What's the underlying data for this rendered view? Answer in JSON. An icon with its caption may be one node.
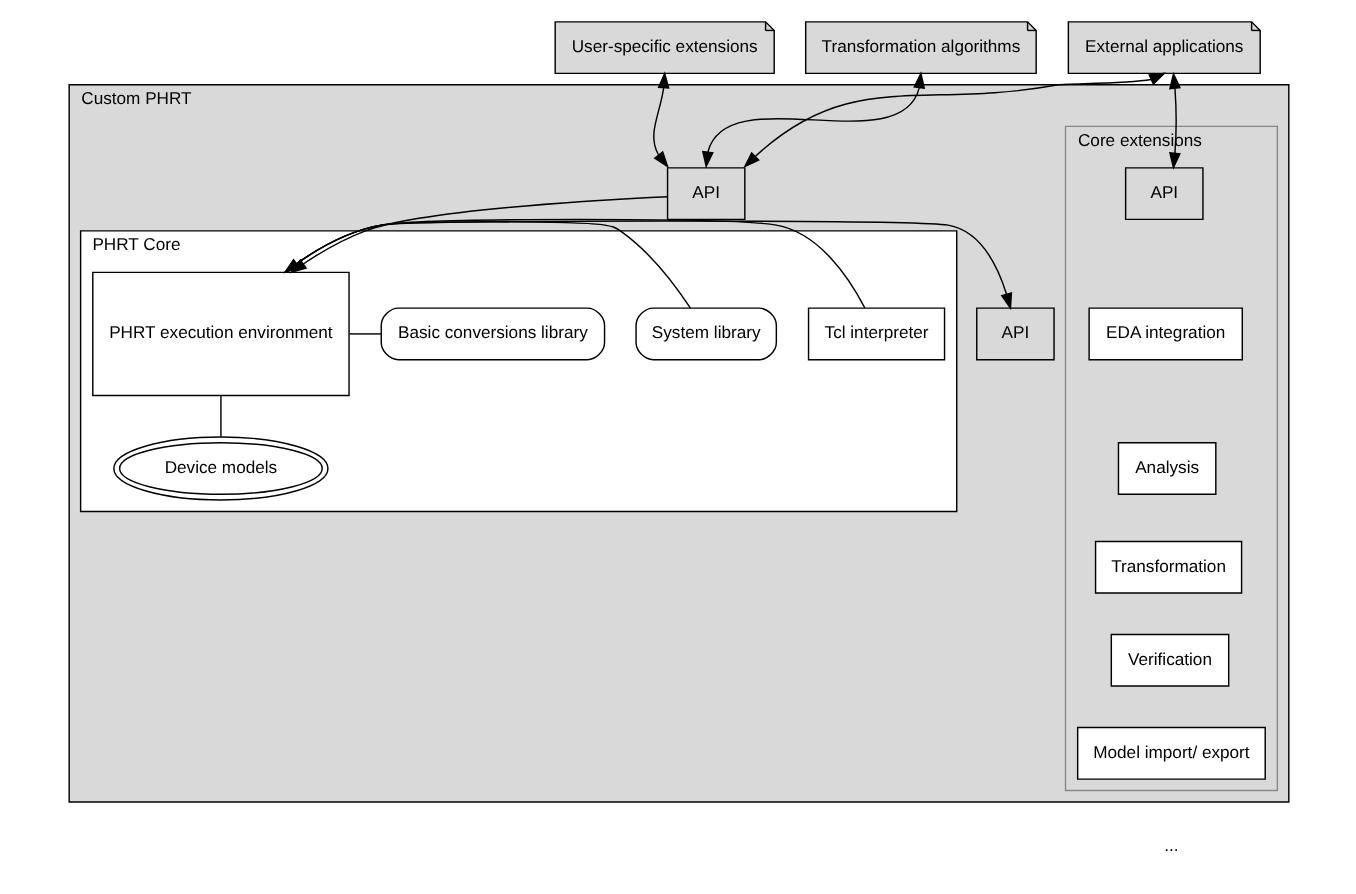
{
  "diagram": {
    "nodes": [
      {
        "text": [
          "User-specific extensions"
        ]
      },
      {
        "text": [
          "Transformation algorithms"
        ]
      },
      {
        "text": [
          "External applications"
        ]
      },
      {
        "text": [
          "Custom PHRT"
        ]
      },
      {
        "text": [
          "API"
        ],
        "in": 3
      },
      {
        "text": [
          "PHRT Core"
        ],
        "in": 3
      },
      {
        "text": [
          "Tcl interpreter"
        ],
        "in": 5
      },
      {
        "text": [
          "System library"
        ],
        "in": 5
      },
      {
        "text": [
          "Basic conversions library"
        ],
        "in": 5
      },
      {
        "text": [
          "PHRT execution environment"
        ],
        "in": 5
      },
      {
        "text": [
          "Device models"
        ],
        "in": 5
      },
      {
        "text": [
          "API"
        ],
        "in": 3
      },
      {
        "text": [
          "Core extensions"
        ],
        "in": 3
      },
      {
        "text": [
          "API"
        ],
        "in": 12
      },
      {
        "text": [
          "EDA integration"
        ],
        "in": 12
      },
      {
        "text": [
          "Analysis"
        ],
        "in": 12
      },
      {
        "text": [
          "Transformation"
        ],
        "in": 12
      },
      {
        "text": [
          "Verification"
        ],
        "in": 12
      },
      {
        "text": [
          "Model import/ export"
        ],
        "in": 12
      }
    ],
    "edges": [
      {
        "from": 4,
        "to": 0,
        "arrow": "both"
      },
      {
        "from": 4,
        "to": 1,
        "arrow": "both"
      },
      {
        "from": 4,
        "to": 2,
        "arrow": "both"
      },
      {
        "from": 2,
        "to": 13,
        "arrow": "both"
      },
      {
        "from": 4,
        "to": 9,
        "arrow": "to"
      },
      {
        "from": 6,
        "to": 9,
        "arrow": "none"
      },
      {
        "from": 7,
        "to": 9,
        "arrow": "none"
      },
      {
        "from": 8,
        "to": 9,
        "arrow": "none"
      },
      {
        "from": 9,
        "to": 10,
        "arrow": "none"
      },
      {
        "from": 9,
        "to": 11,
        "arrow": "both"
      }
    ],
    "labels": [
      "..."
    ]
  }
}
